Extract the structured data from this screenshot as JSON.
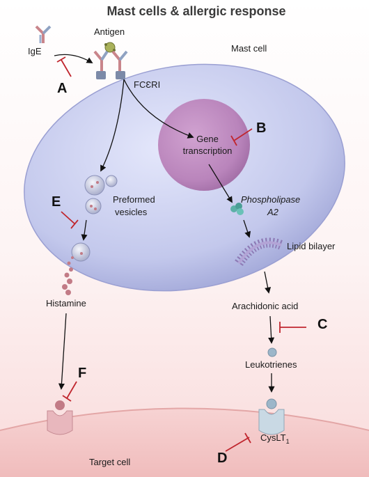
{
  "title": "Mast cells & allergic response",
  "labels": {
    "antigen": "Antigen",
    "ige": "IgE",
    "mast_cell": "Mast cell",
    "receptor": "FCƐRI",
    "gene_transcription_line1": "Gene",
    "gene_transcription_line2": "transcription",
    "preformed_vesicles_line1": "Preformed",
    "preformed_vesicles_line2": "vesicles",
    "phospholipase_line1": "Phospholipase",
    "phospholipase_line2": "A2",
    "lipid_bilayer": "Lipid bilayer",
    "histamine": "Histamine",
    "arachidonic_acid": "Arachidonic acid",
    "leukotrienes": "Leukotrienes",
    "cyslt_main": "CysLT",
    "cyslt_sub": "1",
    "target_cell": "Target cell"
  },
  "inhibition_points": [
    "A",
    "B",
    "C",
    "D",
    "E",
    "F"
  ],
  "colors": {
    "mast_cell": "#c6cbee",
    "nucleus": "#b77ab6",
    "target_cell": "#f6d0d0",
    "inhibitor": "#c0262e",
    "receptor": "#c9d9e4"
  }
}
